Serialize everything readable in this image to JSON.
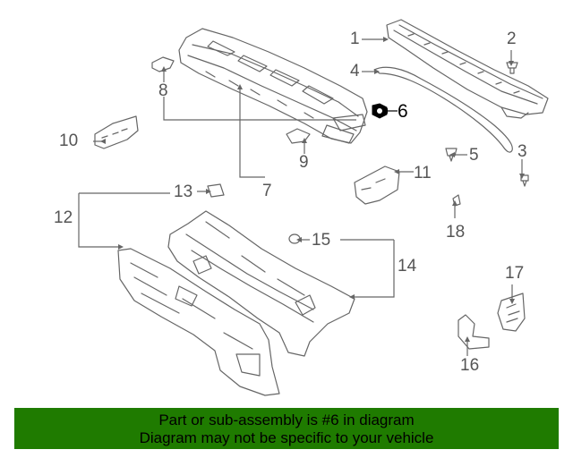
{
  "callouts": {
    "c1": "1",
    "c2": "2",
    "c3": "3",
    "c4": "4",
    "c5": "5",
    "c6": "6",
    "c7": "7",
    "c8": "8",
    "c9": "9",
    "c10": "10",
    "c11": "11",
    "c12": "12",
    "c13": "13",
    "c14": "14",
    "c15": "15",
    "c16": "16",
    "c17": "17",
    "c18": "18"
  },
  "highlighted_part": "6",
  "banner": {
    "line1": "Part or sub-assembly is #6 in diagram",
    "line2": "Diagram may not be specific to your vehicle"
  },
  "colors": {
    "banner_bg": "#1f7b00",
    "line_art": "#666666",
    "highlight": "#000000"
  }
}
